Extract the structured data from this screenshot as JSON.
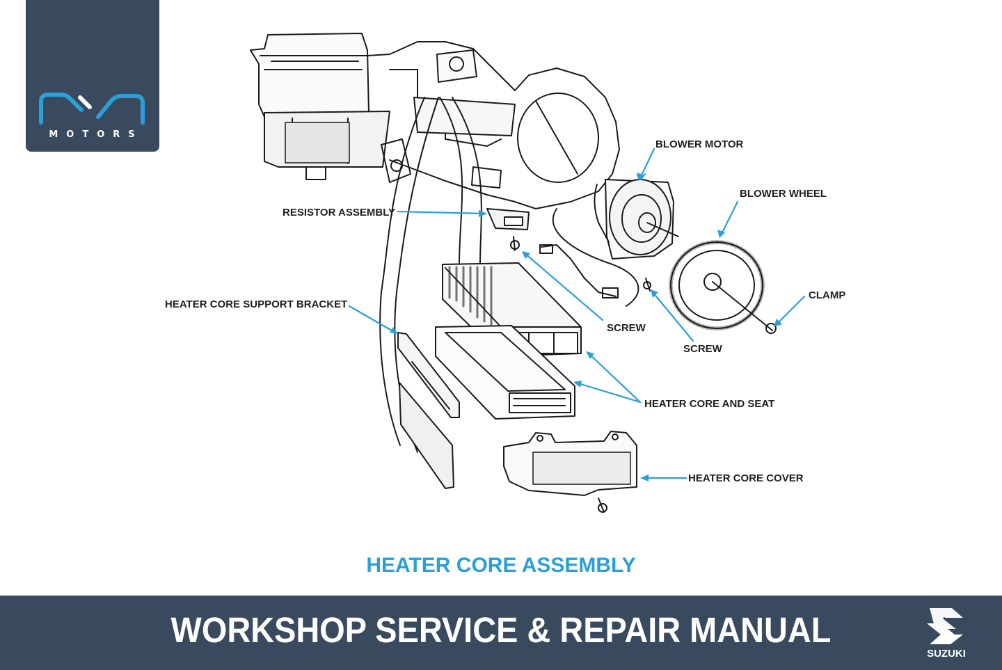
{
  "logo": {
    "text": "MOTORS",
    "accent": "#2a9fd8",
    "background": "#394a5f"
  },
  "labels": {
    "blower_motor": "BLOWER MOTOR",
    "blower_wheel": "BLOWER WHEEL",
    "resistor_assembly": "RESISTOR ASSEMBLY",
    "clamp": "CLAMP",
    "heater_core_support_bracket": "HEATER CORE SUPPORT BRACKET",
    "screw_1": "SCREW",
    "screw_2": "SCREW",
    "heater_core_and_seat": "HEATER CORE AND SEAT",
    "heater_core_cover": "HEATER CORE COVER"
  },
  "caption": "HEATER CORE ASSEMBLY",
  "footer": {
    "title": "WORKSHOP SERVICE & REPAIR MANUAL",
    "brand": "SUZUKI"
  },
  "colors": {
    "callout": "#2a9fd8",
    "footer_bg": "#394a5f",
    "caption": "#2a9fd8"
  }
}
